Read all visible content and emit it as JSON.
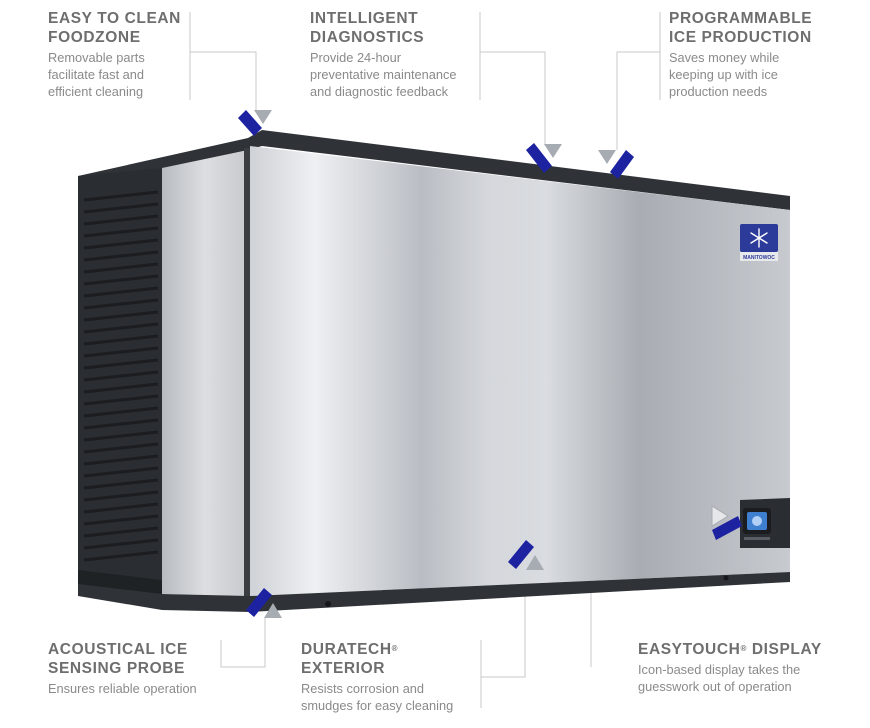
{
  "callouts": {
    "easy_clean": {
      "title_line1": "EASY TO CLEAN",
      "title_line2": "FOODZONE",
      "desc": [
        "Removable parts",
        "facilitate fast and",
        "efficient cleaning"
      ]
    },
    "intelligent": {
      "title_line1": "INTELLIGENT",
      "title_line2": "DIAGNOSTICS",
      "desc": [
        "Provide 24-hour",
        "preventative maintenance",
        "and diagnostic feedback"
      ]
    },
    "programmable": {
      "title_line1": "PROGRAMMABLE",
      "title_line2": "ICE PRODUCTION",
      "desc": [
        "Saves money while",
        "keeping up with ice",
        "production needs"
      ]
    },
    "acoustical": {
      "title_line1": "ACOUSTICAL ICE",
      "title_line2": "SENSING PROBE",
      "desc": [
        "Ensures reliable operation"
      ]
    },
    "duratech": {
      "title_line1": "DURATECH",
      "title_mark": "®",
      "title_line2": "EXTERIOR",
      "desc": [
        "Resists corrosion and",
        "smudges for easy cleaning"
      ]
    },
    "easytouch": {
      "title_line1": "EASYTOUCH",
      "title_mark": "®",
      "title_after_mark": " DISPLAY",
      "desc": [
        "Icon-based display takes the",
        "guesswork out of operation"
      ]
    }
  },
  "logo": {
    "brand_text": "MANITOWOC"
  },
  "colors": {
    "marker_blue": "#1d22a0",
    "marker_gray": "#a7acb3",
    "leader_line": "#c9c9c9",
    "title_gray": "#6e6e6e",
    "body_gray": "#8a8a8a",
    "cabinet_dark": "#2f3337"
  },
  "icons": [
    "vent-grille-icon",
    "snowflake-logo-icon",
    "touch-display-icon"
  ]
}
